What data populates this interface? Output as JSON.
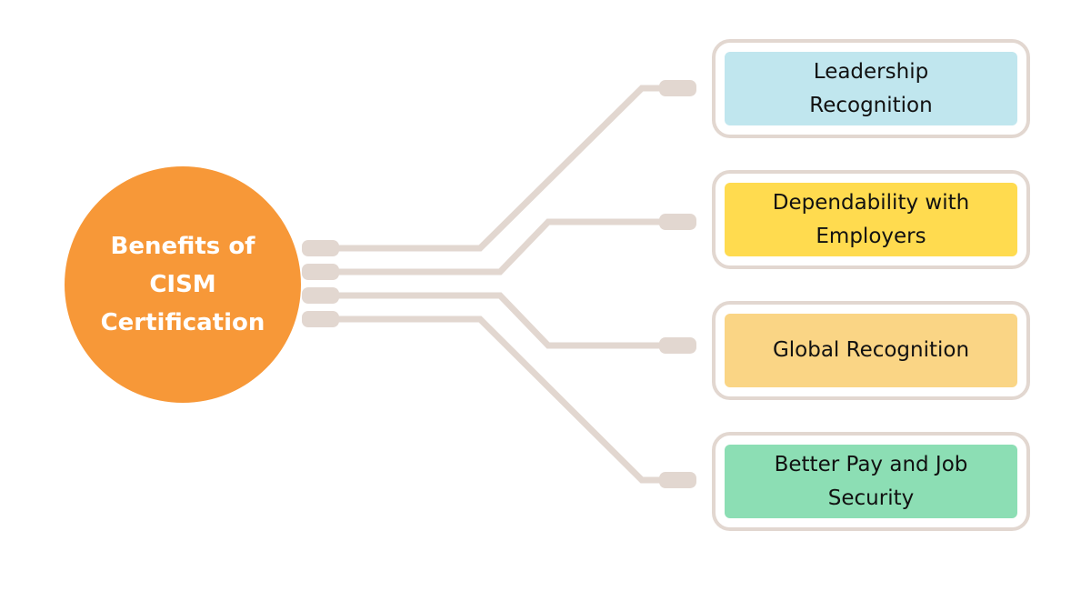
{
  "hub": {
    "label": "Benefits of CISM Certification",
    "color": "#f79838"
  },
  "wire_color": "#e2d7d0",
  "benefits": [
    {
      "label": "Leadership Recognition",
      "color": "#c0e6ee"
    },
    {
      "label": "Dependability with Employers",
      "color": "#ffdb4f"
    },
    {
      "label": "Global Recognition",
      "color": "#fad585"
    },
    {
      "label": "Better Pay and Job Security",
      "color": "#8cdeb4"
    }
  ]
}
